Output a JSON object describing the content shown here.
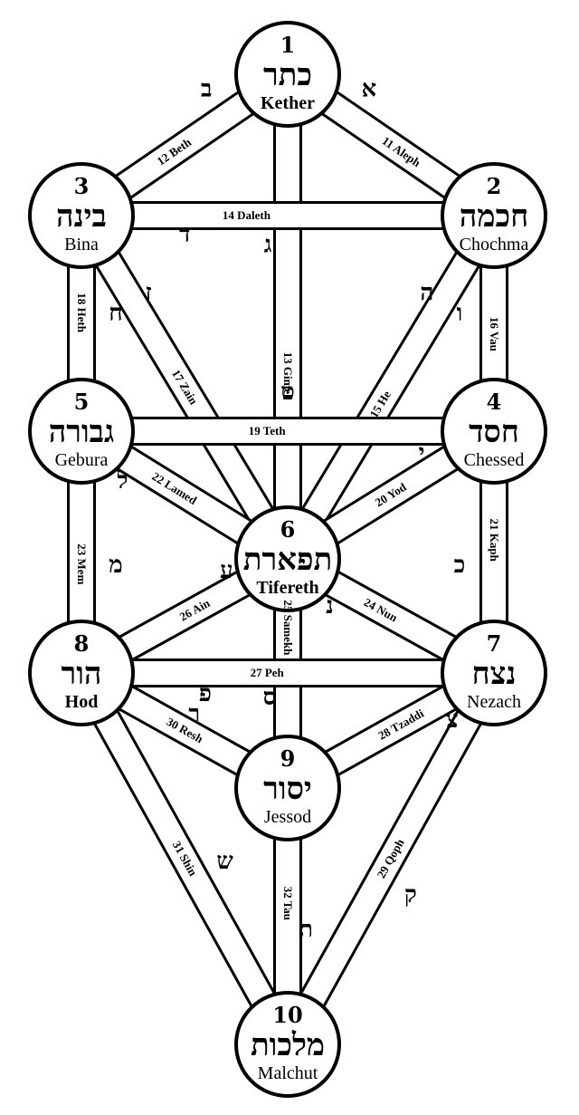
{
  "colors": {
    "ink": "#000000",
    "paper": "#ffffff"
  },
  "sephiroth": [
    {
      "number": "1",
      "hebrew": "כתר",
      "name": "Kether"
    },
    {
      "number": "2",
      "hebrew": "חכמה",
      "name": "Chochma"
    },
    {
      "number": "3",
      "hebrew": "בינה",
      "name": "Bina"
    },
    {
      "number": "4",
      "hebrew": "חסד",
      "name": "Chessed"
    },
    {
      "number": "5",
      "hebrew": "גבורה",
      "name": "Gebura"
    },
    {
      "number": "6",
      "hebrew": "תפארת",
      "name": "Tifereth"
    },
    {
      "number": "7",
      "hebrew": "נצח",
      "name": "Nezach"
    },
    {
      "number": "8",
      "hebrew": "הור",
      "name": "Hod"
    },
    {
      "number": "9",
      "hebrew": "יסור",
      "name": "Jessod"
    },
    {
      "number": "10",
      "hebrew": "מלכות",
      "name": "Malchut"
    }
  ],
  "paths": [
    {
      "label": "11 Aleph",
      "letter": "א"
    },
    {
      "label": "12 Beth",
      "letter": "ב"
    },
    {
      "label": "13 Gimel",
      "letter": "ג"
    },
    {
      "label": "14 Daleth",
      "letter": "ד"
    },
    {
      "label": "15 He",
      "letter": "ה"
    },
    {
      "label": "16 Vau",
      "letter": "ו"
    },
    {
      "label": "17 Zain",
      "letter": "ז"
    },
    {
      "label": "18 Heth",
      "letter": "ח"
    },
    {
      "label": "19 Teth",
      "letter": "ט"
    },
    {
      "label": "20 Yod",
      "letter": "י"
    },
    {
      "label": "21 Kaph",
      "letter": "כ"
    },
    {
      "label": "22 Lamed",
      "letter": "ל"
    },
    {
      "label": "23 Mem",
      "letter": "מ"
    },
    {
      "label": "24 Nun",
      "letter": "נ"
    },
    {
      "label": "25 Samekh",
      "letter": "ס"
    },
    {
      "label": "26 Ain",
      "letter": "ע"
    },
    {
      "label": "27 Peh",
      "letter": "פ"
    },
    {
      "label": "28 Tzaddi",
      "letter": "צ"
    },
    {
      "label": "29 Qoph",
      "letter": "ק"
    },
    {
      "label": "30 Resh",
      "letter": "ר"
    },
    {
      "label": "31 Shin",
      "letter": "ש"
    },
    {
      "label": "32 Tau",
      "letter": "ת"
    }
  ]
}
